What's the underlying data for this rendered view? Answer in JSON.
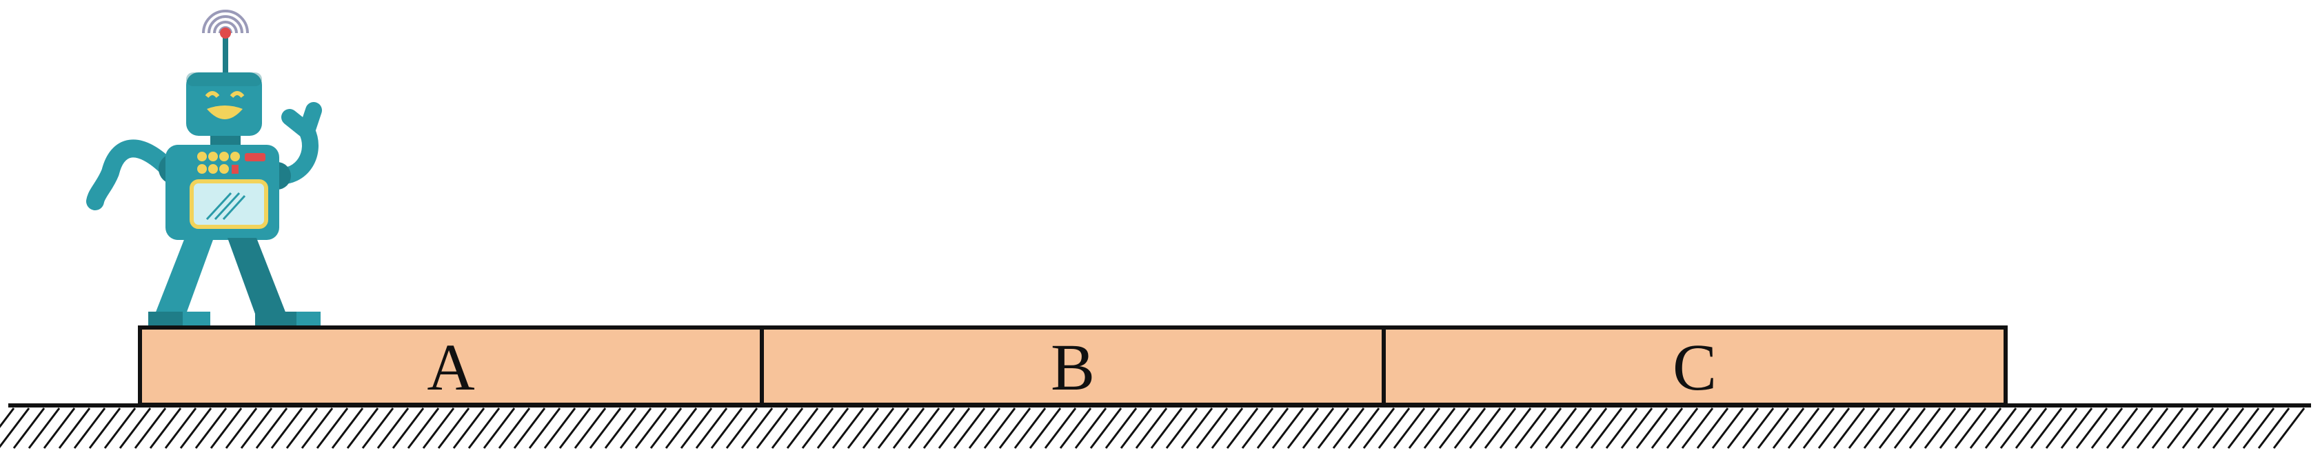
{
  "blocks": [
    {
      "label": "A"
    },
    {
      "label": "B"
    },
    {
      "label": "C"
    }
  ],
  "colors": {
    "block_fill": "#f7c39a",
    "outline": "#111111",
    "robot_body": "#2a9aa8",
    "robot_dark": "#1f7d88",
    "robot_accent_yellow": "#f2d35b",
    "robot_accent_red": "#e04b4b",
    "antenna_waves": "#9a9ab8"
  },
  "icons": {
    "robot": "robot-icon",
    "antenna": "antenna-signal-icon"
  }
}
